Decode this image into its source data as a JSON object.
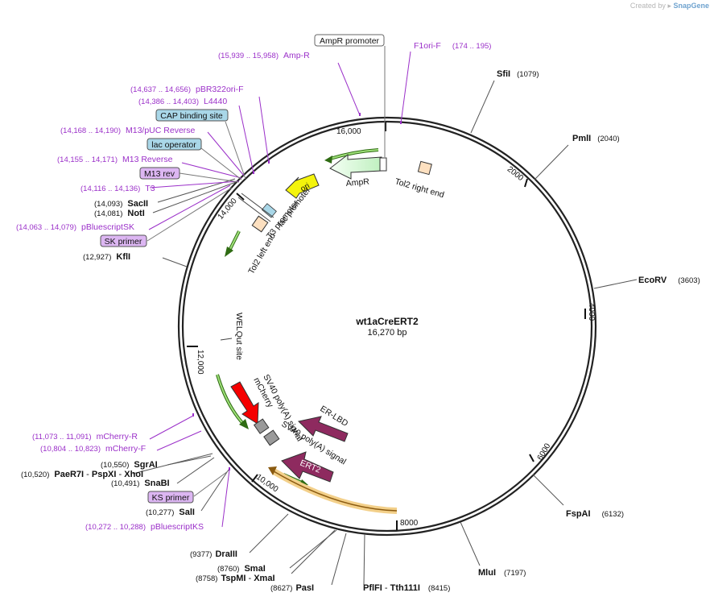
{
  "credit": {
    "prefix": "Created by",
    "brand": "SnapGene"
  },
  "plasmid": {
    "name": "wt1aCreERT2",
    "length_label": "16,270 bp"
  },
  "ticks": [
    "16,000",
    "2000",
    "4000",
    "6000",
    "8000",
    "10,000",
    "12,000",
    "14,000"
  ],
  "features": {
    "ampr": "AmpR",
    "tol2_right": "Tol2 right end",
    "ori": "ori",
    "lac_promoter": "lac promoter",
    "t3_promoter": "T3 promoter",
    "tol2_left": "Tol2 left end",
    "welqut": "WELQut site",
    "sv40_1": "SV40 poly(A) signal",
    "mcherry": "mCherry",
    "sv40_2": "SV40 poly(A) signal",
    "er_lbd": "ER-LBD",
    "ert2": "ERT2"
  },
  "boxed_labels": {
    "ampr_promoter": "AmpR promoter",
    "cap": "CAP binding site",
    "lac_operator": "lac operator",
    "m13_rev": "M13 rev",
    "sk_primer": "SK primer",
    "ks_primer": "KS primer"
  },
  "primers": {
    "amp_r": {
      "range": "(15,939 .. 15,958)",
      "name": "Amp-R"
    },
    "f1ori_f": {
      "name": "F1ori-F",
      "range": "(174 .. 195)"
    },
    "pbr322": {
      "range": "(14,637 .. 14,656)",
      "name": "pBR322ori-F"
    },
    "l4440": {
      "range": "(14,386 .. 14,403)",
      "name": "L4440"
    },
    "m13_puc_rev": {
      "range": "(14,168 .. 14,190)",
      "name": "M13/pUC Reverse"
    },
    "m13_reverse": {
      "range": "(14,155 .. 14,171)",
      "name": "M13 Reverse"
    },
    "t3": {
      "range": "(14,116 .. 14,136)",
      "name": "T3"
    },
    "pbluescript_sk": {
      "range": "(14,063 .. 14,079)",
      "name": "pBluescriptSK"
    },
    "mcherry_r": {
      "range": "(11,073 .. 11,091)",
      "name": "mCherry-R"
    },
    "mcherry_f": {
      "range": "(10,804 .. 10,823)",
      "name": "mCherry-F"
    },
    "pbluescript_ks": {
      "range": "(10,272 .. 10,288)",
      "name": "pBluescriptKS"
    }
  },
  "enzymes": {
    "sfii": {
      "name": "SfiI",
      "pos": "(1079)"
    },
    "pmli": {
      "name": "PmlI",
      "pos": "(2040)"
    },
    "ecorv": {
      "name": "EcoRV",
      "pos": "(3603)"
    },
    "fspai": {
      "name": "FspAI",
      "pos": "(6132)"
    },
    "mlui": {
      "name": "MluI",
      "pos": "(7197)"
    },
    "pflfi": {
      "name": "PflFI",
      "sep": " - ",
      "name2": "Tth111I",
      "pos": "(8415)"
    },
    "pasi": {
      "pos": "(8627)",
      "name": "PasI"
    },
    "smai": {
      "pos": "(8760)",
      "name": "SmaI"
    },
    "tspmi": {
      "pos": "(8758)",
      "name": "TspMI",
      "sep": " - ",
      "name2": "XmaI"
    },
    "draiii": {
      "pos": "(9377)",
      "name": "DraIII"
    },
    "sali": {
      "pos": "(10,277)",
      "name": "SalI"
    },
    "snabi": {
      "pos": "(10,491)",
      "name": "SnaBI"
    },
    "paer7i": {
      "pos": "(10,520)",
      "name": "PaeR7I",
      "sep": " - ",
      "name2": "PspXI",
      "sep2": " - ",
      "name3": "XhoI"
    },
    "sgrai": {
      "pos": "(10,550)",
      "name": "SgrAI"
    },
    "kfli": {
      "pos": "(12,927)",
      "name": "KflI"
    },
    "noti": {
      "pos": "(14,081)",
      "name": "NotI"
    },
    "sacii": {
      "pos": "(14,093)",
      "name": "SacII"
    }
  },
  "colors": {
    "primer_purple": "#9b30c9",
    "boxed_primer_fill": "#dcb6f2",
    "boxed_blue_fill": "#a9d7e8",
    "ampr_fill": "#c8f3c8",
    "ori_fill": "#f4f40c",
    "mcherry_fill": "#f50000",
    "ert2_fill": "#8e2a5f",
    "promoter_fill": "#fde0c0",
    "polyA_fill": "#9a9a9a",
    "orf_green": "#5aa02a",
    "orf_orange": "#e8a63c"
  }
}
